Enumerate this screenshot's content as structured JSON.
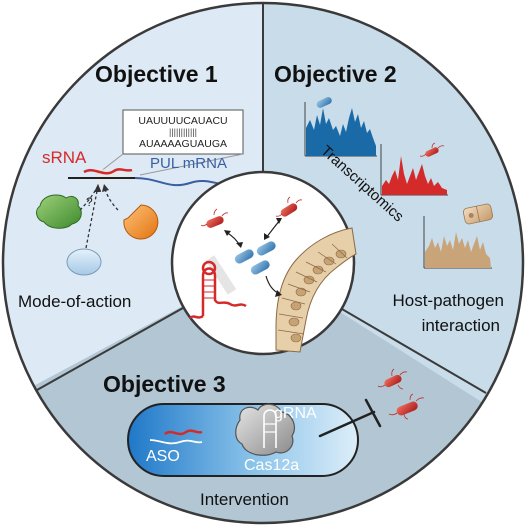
{
  "objective1": {
    "title": "Objective 1",
    "srna_label": "sRNA",
    "mrna_label": "PUL mRNA",
    "seq_top": "UAUUUUCAUACU",
    "seq_pairs": "||||||||||||",
    "seq_bottom": "AUAAAAGUAUGA",
    "question": "?",
    "caption": "Mode-of-action"
  },
  "objective2": {
    "title": "Objective 2",
    "method": "Transcriptomics",
    "caption_line1": "Host-pathogen",
    "caption_line2": "interaction",
    "chart_colors": [
      "#1a6aa8",
      "#d42a2a",
      "#c8a478"
    ]
  },
  "objective3": {
    "title": "Objective 3",
    "aso_label": "ASO",
    "grna_label": "gRNA",
    "cas_label": "Cas12a",
    "caption": "Intervention"
  },
  "colors": {
    "panel_left": "#ddeaf5",
    "panel_right": "#c9dcea",
    "panel_bottom": "#b2c6d4",
    "srna_red": "#d42a2a",
    "mrna_blue": "#3a5fa0"
  }
}
